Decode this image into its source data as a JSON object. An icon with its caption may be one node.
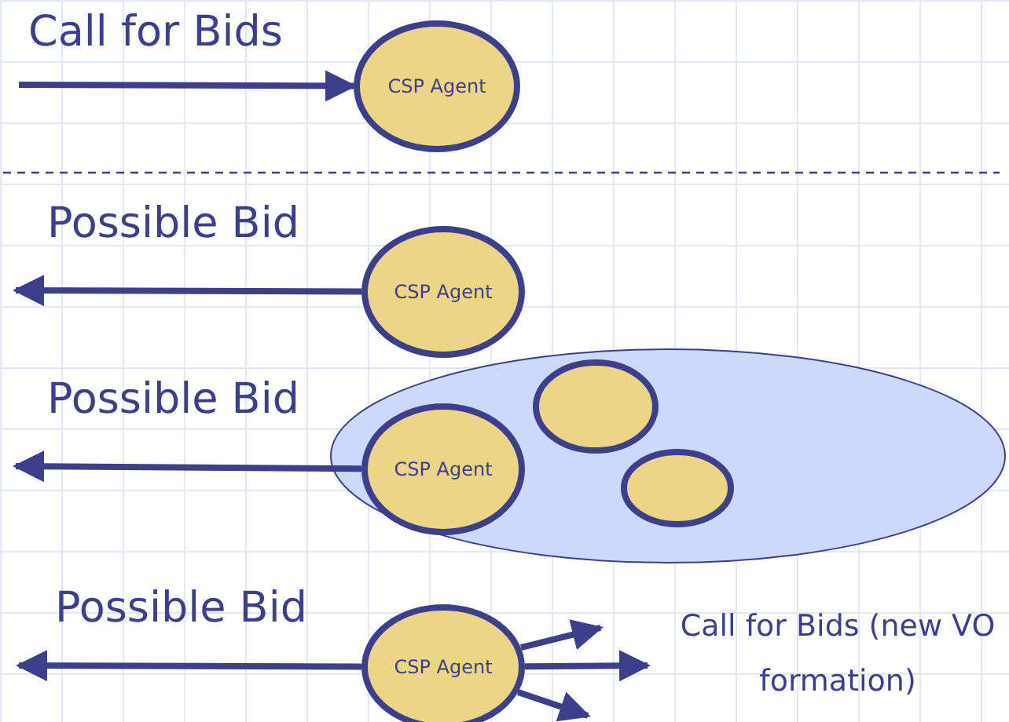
{
  "diagram": {
    "nodes": [
      {
        "text": [
          "CSP Agent"
        ]
      },
      {
        "text": [
          "CSP Agent"
        ]
      },
      {
        "text": [],
        "shape": "ellipse"
      },
      {
        "text": [
          "CSP Agent"
        ],
        "in": 2
      },
      {
        "text": [],
        "shape": "ellipse",
        "in": 2
      },
      {
        "text": [],
        "shape": "ellipse",
        "in": 2
      },
      {
        "text": [
          "CSP Agent"
        ]
      }
    ],
    "edges": [
      {
        "from": null,
        "to": 0,
        "arrow": "to",
        "label": "Call for Bids"
      },
      {
        "from": 1,
        "to": null,
        "arrow": "to",
        "label": "Possible Bid"
      },
      {
        "from": 3,
        "to": null,
        "arrow": "to",
        "label": "Possible Bid"
      },
      {
        "from": 6,
        "to": null,
        "arrow": "to",
        "label": "Possible Bid"
      },
      {
        "from": 6,
        "to": null,
        "arrow": "to"
      },
      {
        "from": 6,
        "to": null,
        "arrow": "to"
      },
      {
        "from": 6,
        "to": null,
        "arrow": "to"
      }
    ],
    "labels": [
      "Call for Bids (new VO formation)"
    ]
  }
}
